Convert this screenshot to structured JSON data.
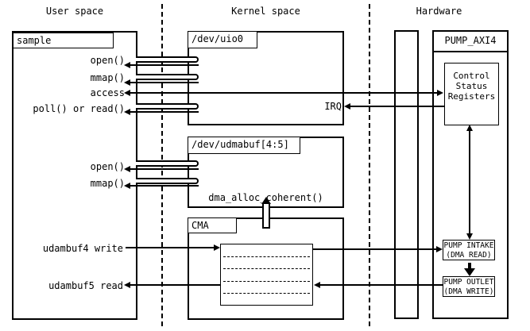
{
  "colors": {
    "line": "#000000",
    "background": "#ffffff"
  },
  "columns": {
    "user": "User space",
    "kernel": "Kernel space",
    "hardware": "Hardware"
  },
  "user_space": {
    "app": "sample",
    "uio_open": "open()",
    "uio_mmap": "mmap()",
    "access": "access",
    "poll_read": "poll() or read()",
    "udmabuf_open": "open()",
    "udmabuf_mmap": "mmap()",
    "write": "udambuf4 write",
    "read": "udambuf5 read"
  },
  "kernel_space": {
    "uio_device": "/dev/uio0",
    "irq": "IRQ",
    "udmabuf_device": "/dev/udmabuf[4:5]",
    "dma_alloc": "dma_alloc_coherent()",
    "cma": "CMA"
  },
  "hardware": {
    "pump": "PUMP_AXI4",
    "csr": [
      "Control",
      "Status",
      "Registers"
    ],
    "intake": [
      "PUMP INTAKE",
      "(DMA READ)"
    ],
    "outlet": [
      "PUMP OUTLET",
      "(DMA WRITE)"
    ]
  }
}
